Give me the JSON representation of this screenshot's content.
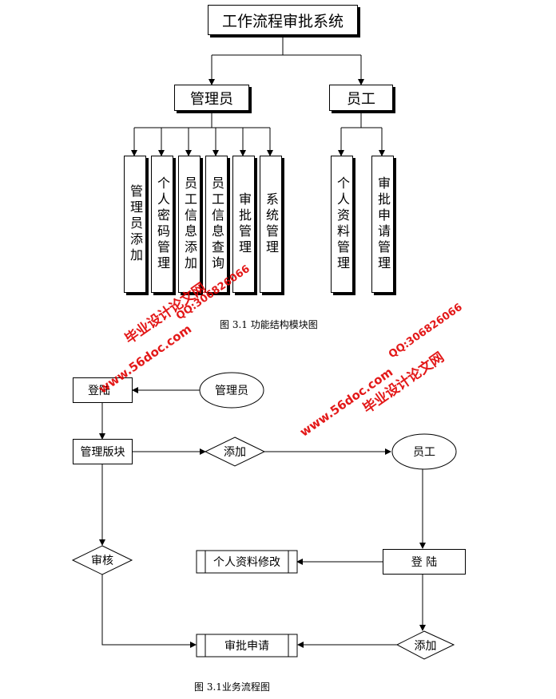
{
  "structure": {
    "root": "工作流程审批系统",
    "admin": "管理员",
    "staff": "员工",
    "admin_modules": [
      "管理员添加",
      "个人密码管理",
      "员工信息添加",
      "员工信息查询",
      "审批管理",
      "系统管理"
    ],
    "staff_modules": [
      "个人资料管理",
      "审批申请管理"
    ],
    "caption": "图 3.1 功能结构模块图"
  },
  "flow": {
    "login_admin": "登陆",
    "admin_actor": "管理员",
    "admin_panel": "管理版块",
    "add_decision": "添加",
    "staff_actor": "员工",
    "review_decision": "审核",
    "profile_edit": "个人资料修改",
    "login_staff": "登 陆",
    "approval_request": "审批申请",
    "add_decision2": "添加",
    "caption": "图 3.1业务流程图"
  },
  "watermarks": {
    "site_cn": "毕业设计论文网",
    "site_url": "www.56doc.com",
    "qq": "QQ:306826066"
  },
  "colors": {
    "watermark": "#e00000",
    "line": "#000000"
  }
}
